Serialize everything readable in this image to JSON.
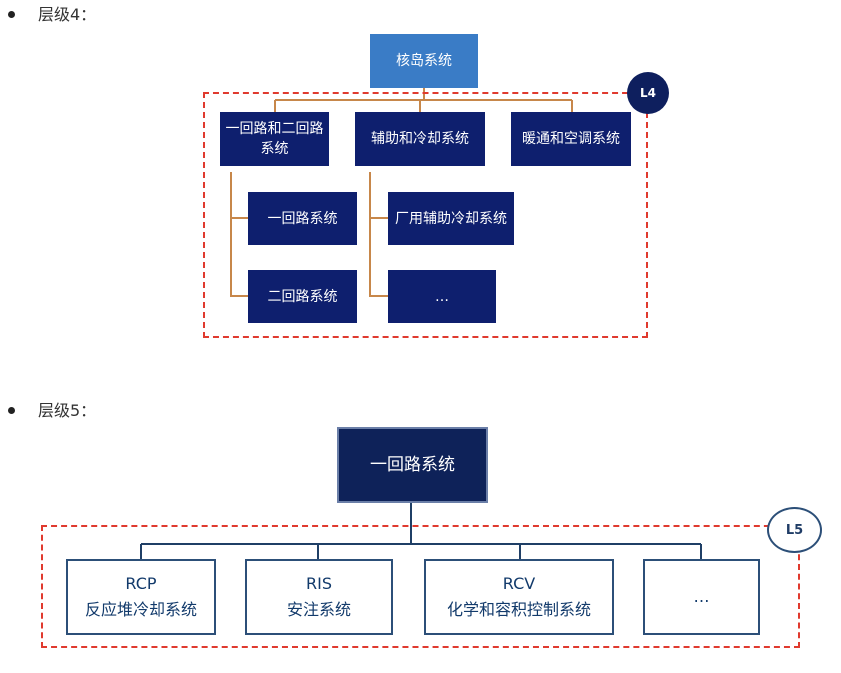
{
  "level4": {
    "heading": "层级4：",
    "badge": "L4",
    "root": "核岛系统",
    "children": [
      "一回路和二回路系统",
      "辅助和冷却系统",
      "暖通和空调系统"
    ],
    "sub1": [
      "一回路系统",
      "二回路系统"
    ],
    "sub2": [
      "厂用辅助冷却系统",
      "…"
    ]
  },
  "level5": {
    "heading": "层级5：",
    "badge": "L5",
    "root": "一回路系统",
    "children": [
      {
        "code": "RCP",
        "name": "反应堆冷却系统"
      },
      {
        "code": "RIS",
        "name": "安注系统"
      },
      {
        "code": "RCV",
        "name": "化学和容积控制系统"
      },
      {
        "code": "",
        "name": "…"
      }
    ]
  },
  "colors": {
    "navy": "#0e1f6e",
    "light_blue": "#3a7cc6",
    "connector_orange": "#c7874a",
    "connector_dark": "#1f3f66",
    "dashed_red": "#e03a2e"
  }
}
